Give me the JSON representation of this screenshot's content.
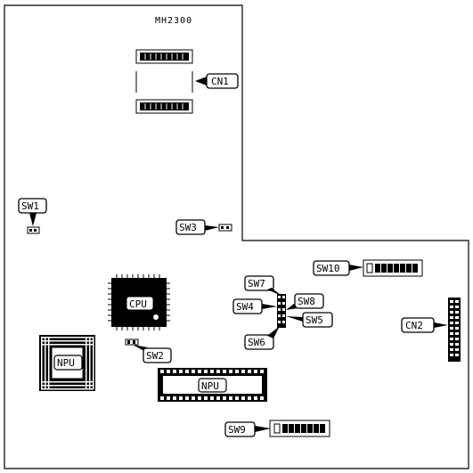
{
  "board": {
    "model": "MH2300",
    "colors": {
      "ink": "#000000",
      "paper": "#ffffff"
    }
  },
  "components": {
    "cn1": "CN1",
    "cn2": "CN2",
    "sw1": "SW1",
    "sw2": "SW2",
    "sw3": "SW3",
    "sw4": "SW4",
    "sw5": "SW5",
    "sw6": "SW6",
    "sw7": "SW7",
    "sw8": "SW8",
    "sw9": "SW9",
    "sw10": "SW10",
    "cpu": "CPU",
    "npu_left": "NPU",
    "npu_socket": "NPU"
  }
}
